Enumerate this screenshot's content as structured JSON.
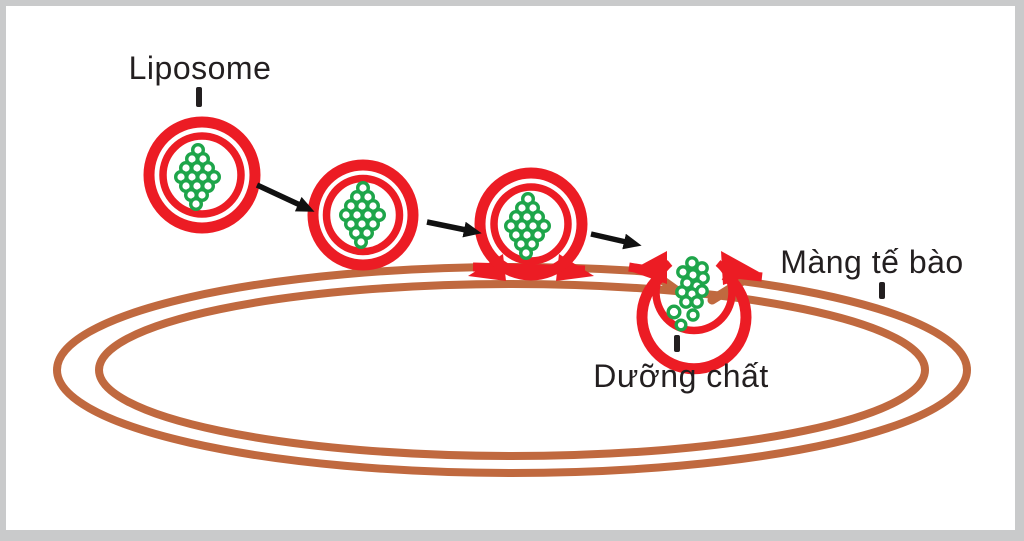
{
  "diagram": {
    "labels": {
      "liposome": "Liposome",
      "cell_membrane": "Màng tế bào",
      "nutrient": "Dưỡng chất"
    },
    "colors": {
      "liposome_red": "#EC1C24",
      "nutrient_green": "#1EA54A",
      "membrane_brown": "#C0693F",
      "text_dark": "#231F20",
      "arrow_black": "#111111",
      "canvas": "#FFFFFF",
      "frame_gray": "#C9CACB"
    }
  }
}
